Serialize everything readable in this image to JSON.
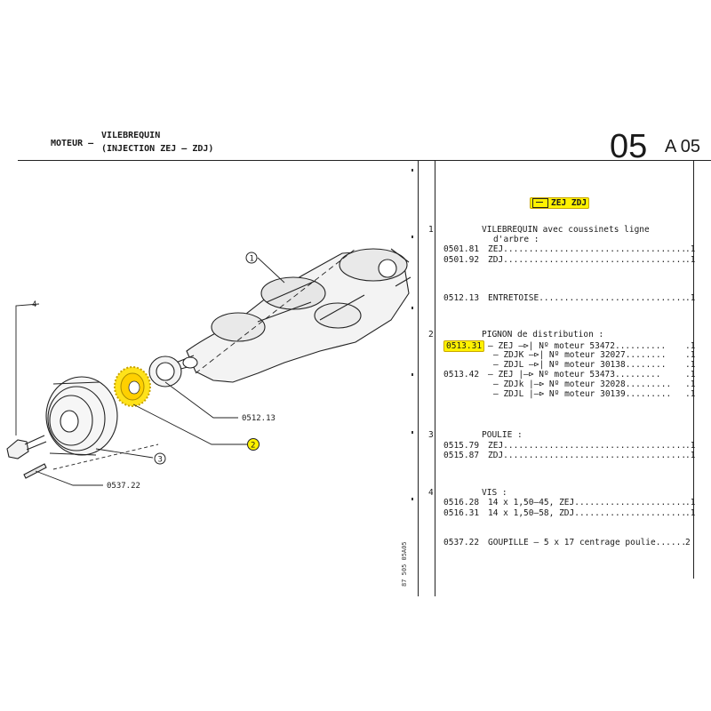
{
  "header": {
    "section": "MOTEUR –",
    "title_line1": "VILEBREQUIN",
    "title_line2": "(INJECTION ZEJ – ZDJ)",
    "page_num": "05",
    "page_ref": "A 05"
  },
  "table": {
    "badge": "ZEJ ZDJ",
    "rows": [
      {
        "num": "1",
        "ref": "",
        "desc": "VILEBREQUIN avec coussinets ligne",
        "qty": ""
      },
      {
        "num": "",
        "ref": "",
        "desc": "d'arbre :",
        "qty": ""
      },
      {
        "num": "",
        "ref": "0501.81",
        "desc": "ZEJ.........................................",
        "qty": ".1"
      },
      {
        "num": "",
        "ref": "0501.92",
        "desc": "ZDJ.........................................",
        "qty": ".1"
      },
      {
        "num": "",
        "ref": "0512.13",
        "desc": "ENTRETOISE..................................",
        "qty": ".1"
      },
      {
        "num": "2",
        "ref": "",
        "desc": "PIGNON de distribution :",
        "qty": ""
      },
      {
        "num": "",
        "ref": "0513.31",
        "desc": "– ZEJ —⊳| Nº moteur 53472..........",
        "qty": ".1"
      },
      {
        "num": "",
        "ref": "",
        "desc": "– ZDJK —⊳| Nº moteur 32027........",
        "qty": ".1"
      },
      {
        "num": "",
        "ref": "",
        "desc": "– ZDJL —⊳| Nº moteur 30138........",
        "qty": ".1"
      },
      {
        "num": "",
        "ref": "0513.42",
        "desc": "– ZEJ |—⊳ Nº moteur 53473.........",
        "qty": ".1"
      },
      {
        "num": "",
        "ref": "",
        "desc": "– ZDJk |—⊳ Nº moteur 32028.........",
        "qty": ".1"
      },
      {
        "num": "",
        "ref": "",
        "desc": "– ZDJL |—⊳ Nº moteur 30139.........",
        "qty": ".1"
      },
      {
        "num": "3",
        "ref": "",
        "desc": "POULIE :",
        "qty": ""
      },
      {
        "num": "",
        "ref": "0515.79",
        "desc": "ZEJ.........................................",
        "qty": ".1"
      },
      {
        "num": "",
        "ref": "0515.87",
        "desc": "ZDJ.........................................",
        "qty": ".1"
      },
      {
        "num": "4",
        "ref": "",
        "desc": "VIS :",
        "qty": ""
      },
      {
        "num": "",
        "ref": "0516.28",
        "desc": "14 x 1,50–45, ZEJ.........................",
        "qty": ".1"
      },
      {
        "num": "",
        "ref": "0516.31",
        "desc": "14 x 1,50–58, ZDJ.........................",
        "qty": ".1"
      },
      {
        "num": "",
        "ref": "0537.22",
        "desc": "GOUPILLE – 5 x 17 centrage poulie.........",
        "qty": "2"
      }
    ]
  },
  "diagram": {
    "labels": {
      "c1": "1",
      "c2": "2",
      "c3": "3",
      "n4": "4",
      "ref_entretoise": "0512.13",
      "ref_goupille": "0537.22"
    }
  },
  "side_code": "87  505  05A05",
  "colors": {
    "highlight": "#fff200",
    "ink": "#1a1a1a"
  }
}
